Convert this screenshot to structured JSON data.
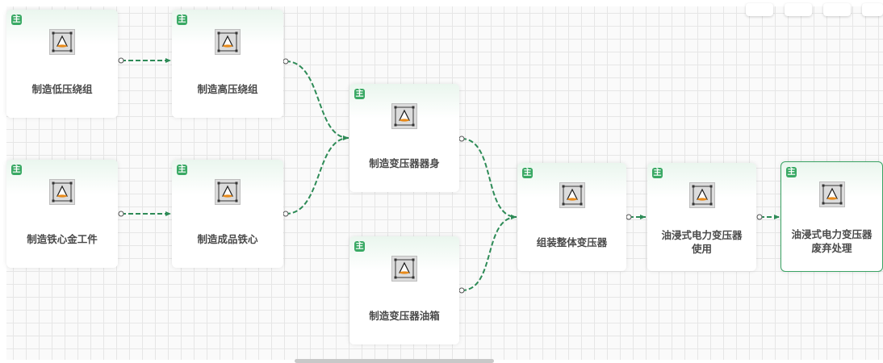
{
  "badge_text": "主",
  "theme": {
    "accent": "#39a964",
    "edge": "#2e8b57",
    "node_border_selected": "#3aa364"
  },
  "nodes": [
    {
      "label": "制造低压绕组",
      "icon": "cone-icon"
    },
    {
      "label": "制造高压绕组",
      "icon": "cone-icon"
    },
    {
      "label": "制造铁心金工件",
      "icon": "cone-icon"
    },
    {
      "label": "制造成品铁心",
      "icon": "cone-icon"
    },
    {
      "label": "制造变压器器身",
      "icon": "cone-icon"
    },
    {
      "label": "制造变压器油箱",
      "icon": "cone-icon"
    },
    {
      "label": "组装整体变压器",
      "icon": "cone-icon"
    },
    {
      "label": "油浸式电力变压器\n使用",
      "icon": "cone-icon"
    },
    {
      "label": "油浸式电力变压器\n废弃处理",
      "icon": "cone-icon"
    }
  ],
  "edges": [
    {
      "from": "制造低压绕组",
      "to": "制造高压绕组"
    },
    {
      "from": "制造高压绕组",
      "to": "制造变压器器身"
    },
    {
      "from": "制造铁心金工件",
      "to": "制造成品铁心"
    },
    {
      "from": "制造成品铁心",
      "to": "制造变压器器身"
    },
    {
      "from": "制造变压器器身",
      "to": "组装整体变压器"
    },
    {
      "from": "制造变压器油箱",
      "to": "组装整体变压器"
    },
    {
      "from": "组装整体变压器",
      "to": "油浸式电力变压器\n使用"
    },
    {
      "from": "油浸式电力变压器\n使用",
      "to": "油浸式电力变压器\n废弃处理"
    }
  ]
}
